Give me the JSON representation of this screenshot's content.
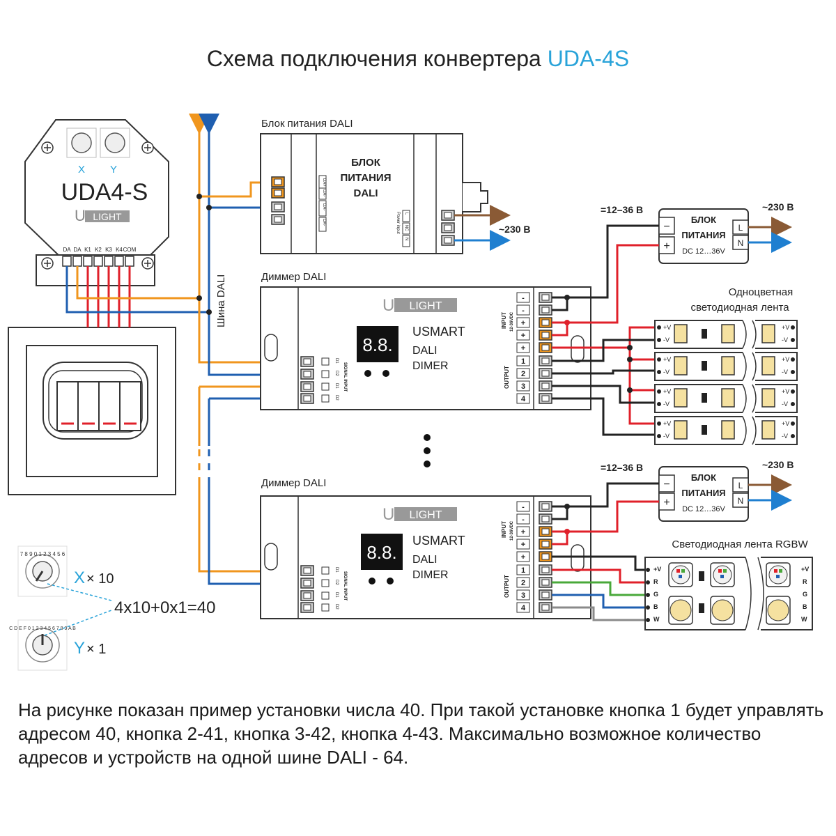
{
  "title": {
    "main": "Схема подключения конвертера ",
    "accent": "UDA-4S"
  },
  "colors": {
    "accent": "#29a3d9",
    "orange": "#f0961e",
    "blue": "#1f5fb0",
    "red": "#e0202a",
    "green": "#49a83a",
    "brown": "#8a5a35",
    "gray": "#8a8a8a"
  },
  "converter": {
    "model": "UDA4-S",
    "dial_x_label": "X",
    "dial_y_label": "Y",
    "dial_x_digits": "7 8 9 0 1 2 3 4 5 6",
    "dial_y_digits": "C D E F 0 1 2 3 4 5 6 7 8 9 A B",
    "terminals": [
      "DA",
      "DA",
      "K1",
      "K2",
      "K3",
      "K4",
      "COM"
    ]
  },
  "brand": {
    "u": "U",
    "light": "LIGHT"
  },
  "bus_label": "Шина DALI",
  "psu_dali": {
    "caption": "Блок питания DALI",
    "line1": "БЛОК",
    "line2": "ПИТАНИЯ",
    "line3": "DALI",
    "side_labels": [
      "DA+",
      "DA-",
      "DA-",
      "DA-"
    ],
    "out_labels": [
      "L",
      "NC",
      "N"
    ],
    "power_input": "Power input",
    "mains": "~230 В"
  },
  "dimmer1": {
    "caption": "Диммер DALI",
    "display": "8.8.",
    "line1": "USMART",
    "line2": "DALI",
    "line3": "DIMER",
    "input_label": "INPUT",
    "input_voltage": "12-36VDC",
    "output_label": "OUTPUT",
    "signal_label": "SIGNAL INPUT",
    "signal_pins": [
      "D1",
      "D2",
      "D1",
      "D2"
    ],
    "terminals": [
      "-",
      "-",
      "+",
      "+",
      "+",
      "1",
      "2",
      "3",
      "4"
    ]
  },
  "dimmer2": {
    "caption": "Диммер DALI",
    "display": "8.8.",
    "line1": "USMART",
    "line2": "DALI",
    "line3": "DIMER",
    "input_label": "INPUT",
    "input_voltage": "12-36VDC",
    "output_label": "OUTPUT",
    "signal_label": "SIGNAL INPUT",
    "signal_pins": [
      "D1",
      "D2",
      "D1",
      "D2"
    ],
    "terminals": [
      "-",
      "-",
      "+",
      "+",
      "+",
      "1",
      "2",
      "3",
      "4"
    ]
  },
  "psu1": {
    "dc_range": "=12–36 В",
    "line1": "БЛОК",
    "line2": "ПИТАНИЯ",
    "line3": "DC 12…36V",
    "minus": "−",
    "plus": "+",
    "l": "L",
    "n": "N",
    "mains": "~230 В"
  },
  "psu2": {
    "dc_range": "=12–36 В",
    "line1": "БЛОК",
    "line2": "ПИТАНИЯ",
    "line3": "DC 12…36V",
    "minus": "−",
    "plus": "+",
    "l": "L",
    "n": "N",
    "mains": "~230 В"
  },
  "mono_strip": {
    "caption_line1": "Одноцветная",
    "caption_line2": "светодиодная лента",
    "plus": "+V",
    "minus": "-V"
  },
  "rgbw_strip": {
    "caption": "Светодиодная лента RGBW",
    "pins": [
      "+V",
      "R",
      "G",
      "B",
      "W"
    ]
  },
  "example": {
    "x_label": "X",
    "x_mult": "× 10",
    "y_label": "Y",
    "y_mult": "× 1",
    "formula": "4x10+0x1=40"
  },
  "description": "На рисунке показан пример установки числа 40. При такой установке кнопка 1 будет управлять адресом 40, кнопка 2-41, кнопка 3-42, кнопка 4-43. Максимально возможное количество адресов и устройств на одной шине DALI - 64."
}
